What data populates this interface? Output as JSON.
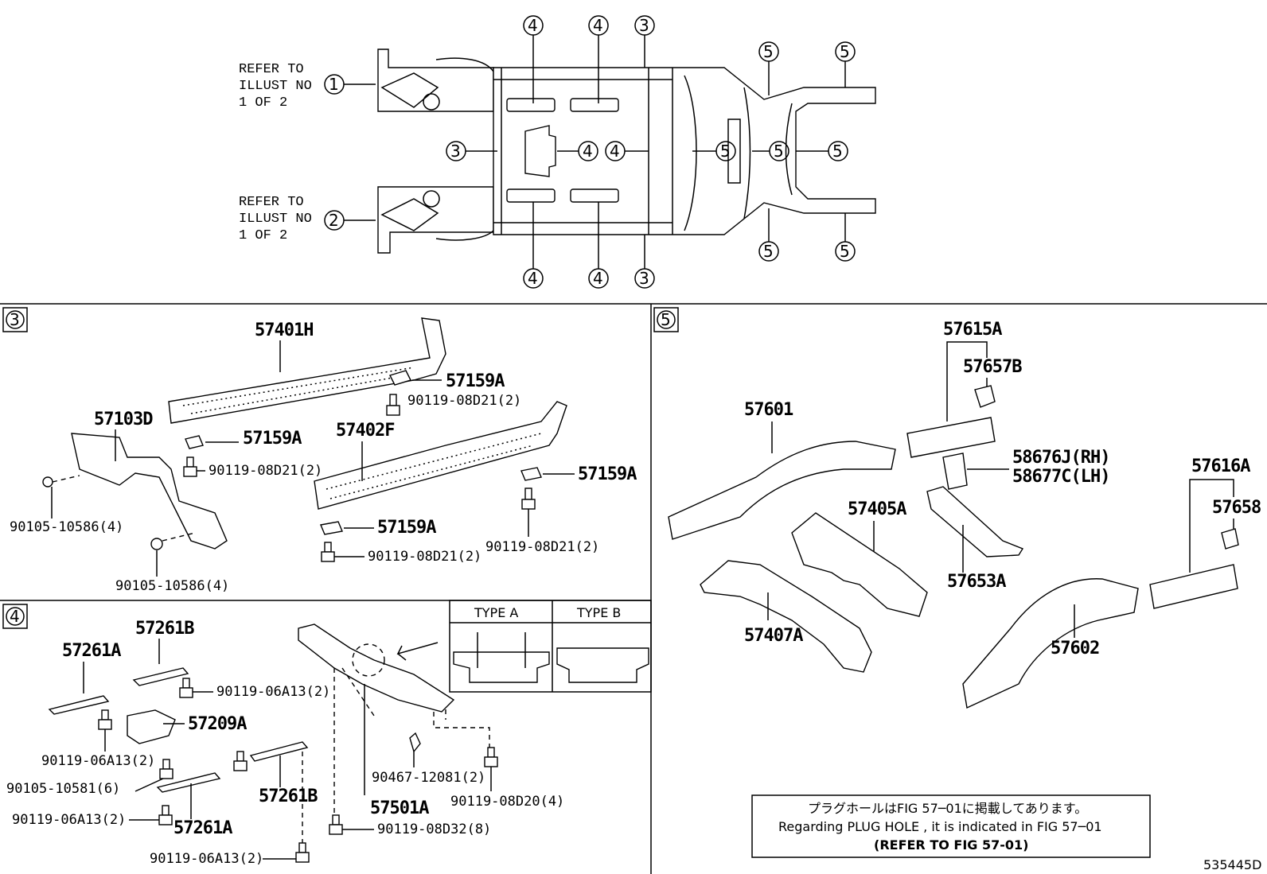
{
  "overview": {
    "refer_top": [
      "REFER TO",
      "ILLUST NO",
      "1 OF 2"
    ],
    "refer_bottom": [
      "REFER TO",
      "ILLUST NO",
      "1 OF 2"
    ],
    "callouts": [
      "1",
      "2",
      "3",
      "4",
      "5"
    ]
  },
  "section3": {
    "number": "3",
    "labels": {
      "a": "57401H",
      "b": "57159A",
      "c": "90119-08D21(2)",
      "d": "57103D",
      "e": "57159A",
      "f": "90119-08D21(2)",
      "g": "57402F",
      "h": "57159A",
      "i": "90105-10586(4)",
      "j": "57159A",
      "k": "90119-08D21(2)",
      "l": "90119-08D21(2)",
      "m": "90105-10586(4)"
    }
  },
  "section4": {
    "number": "4",
    "type_a": "TYPE A",
    "type_b": "TYPE B",
    "labels": {
      "a": "57261B",
      "b": "57261A",
      "c": "90119-06A13(2)",
      "d": "57209A",
      "e": "90119-06A13(2)",
      "f": "90105-10581(6)",
      "g": "90119-06A13(2)",
      "h": "57261A",
      "i": "57261B",
      "j": "90119-06A13(2)",
      "k": "90467-12081(2)",
      "l": "57501A",
      "m": "90119-08D20(4)",
      "n": "90119-08D32(8)"
    }
  },
  "section5": {
    "number": "5",
    "labels": {
      "a": "57615A",
      "b": "57657B",
      "c": "57601",
      "d": "58676J(RH)",
      "e": "58677C(LH)",
      "f": "57405A",
      "g": "57653A",
      "h": "57616A",
      "i": "57658",
      "j": "57407A",
      "k": "57602"
    },
    "note_jp": "プラグホールはFIG 57─01に掲載してあります。",
    "note_en": "Regarding PLUG HOLE , it is indicated in FIG 57─01",
    "note_ref": "(REFER TO FIG 57-01)"
  },
  "figure_id": "535445D"
}
